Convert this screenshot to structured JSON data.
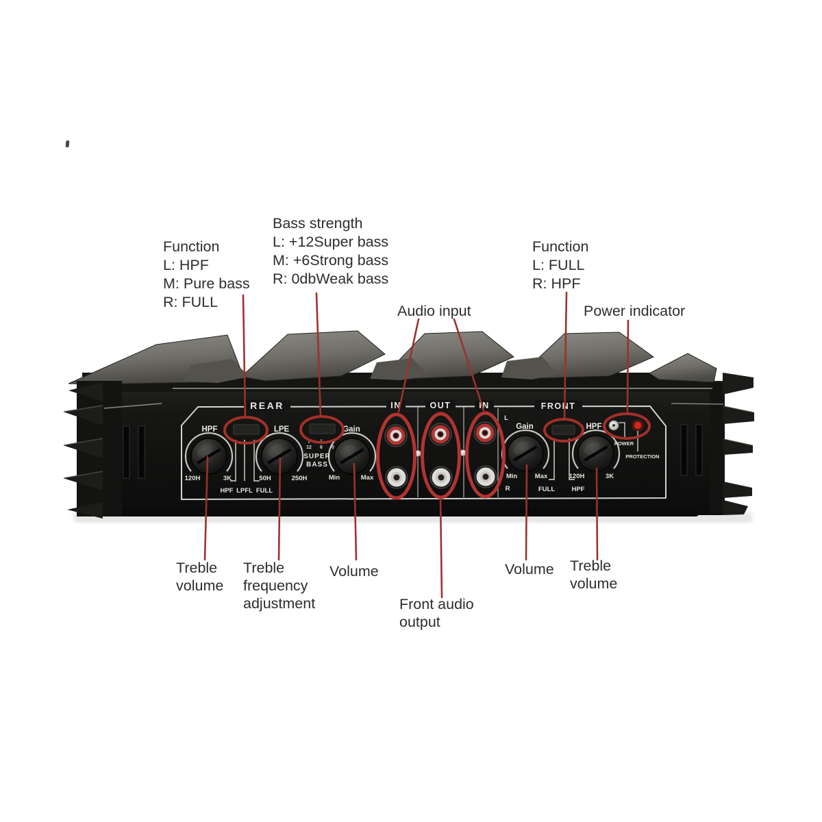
{
  "annotations": {
    "function_left": {
      "lines": [
        "Function",
        "L: HPF",
        "M: Pure bass",
        "R: FULL"
      ]
    },
    "bass_strength": {
      "lines": [
        "Bass strength",
        "L: +12Super bass",
        "M: +6Strong bass",
        "R: 0dbWeak bass"
      ]
    },
    "audio_input": {
      "text": "Audio input"
    },
    "function_right": {
      "lines": [
        "Function",
        "L: FULL",
        "R: HPF"
      ]
    },
    "power_indicator": {
      "text": "Power indicator"
    },
    "treble_volume_left": {
      "lines": [
        "Treble",
        "volume"
      ]
    },
    "treble_frequency": {
      "lines": [
        "Treble",
        "frequency",
        "adjustment"
      ]
    },
    "volume_rear": {
      "text": "Volume"
    },
    "front_audio_output": {
      "lines": [
        "Front audio",
        "output"
      ]
    },
    "volume_front": {
      "text": "Volume"
    },
    "treble_volume_right": {
      "lines": [
        "Treble",
        "volume"
      ]
    }
  },
  "panel": {
    "sections": {
      "rear": "REAR",
      "in_left": "IN",
      "out": "OUT",
      "in_right": "IN",
      "front": "FRONT"
    },
    "rear_hpf_knob": {
      "label": "HPF",
      "min": "120H",
      "max": "3K"
    },
    "rear_function_switch": {
      "pos1": "HPF",
      "pos2": "LPFL",
      "pos3": "FULL"
    },
    "rear_lpe_knob": {
      "label": "LPE",
      "min": "50H",
      "max": "250H"
    },
    "bass_switch": {
      "tick1": "12",
      "tick2": "6",
      "tick3": "0",
      "name1": "SUPER",
      "name2": "BASS"
    },
    "rear_gain_knob": {
      "label": "Gain",
      "min": "Min",
      "max": "Max"
    },
    "front_gain_knob": {
      "label": "Gain",
      "min": "Min",
      "max": "Max",
      "ch_top": "L",
      "ch_bottom": "R"
    },
    "front_function_switch": {
      "pos1": "FULL",
      "pos2": "HPF"
    },
    "front_hpf_knob": {
      "label": "HPF",
      "min": "120H",
      "max": "3K"
    },
    "power_led": "POWER",
    "protection_led": "PROTECTION"
  },
  "colors": {
    "annotation_text": "#2e2c2c",
    "annotation_line": "#9b322c",
    "highlight_ellipse": "#a23028",
    "rca_ellipse": "#b03431",
    "panel_text": "#ecebe7",
    "body_black": "#141414",
    "heatsink_gray": "#7c7a74",
    "rca_red": "#b23530",
    "led_red": "#d3271c"
  }
}
